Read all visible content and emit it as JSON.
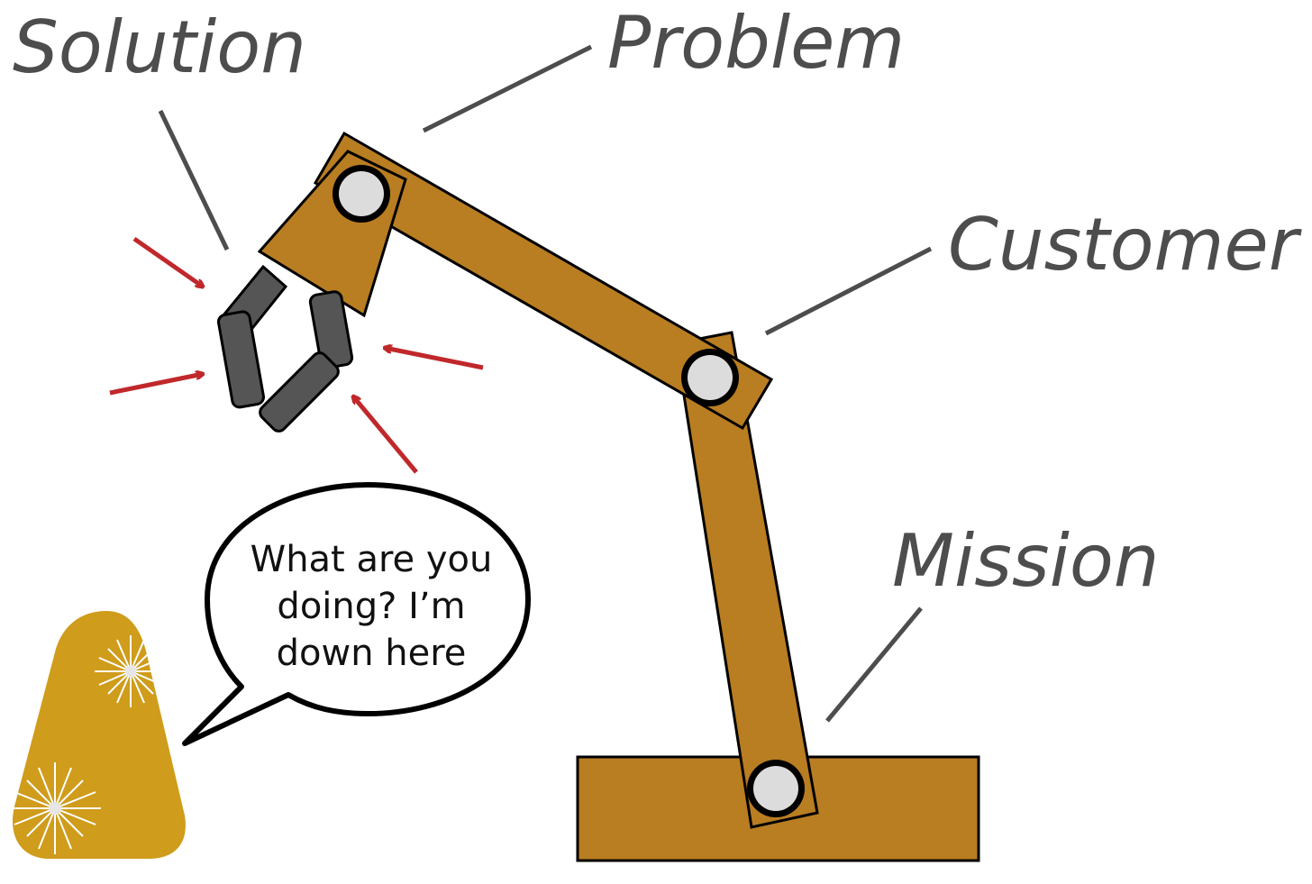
{
  "labels": {
    "solution": "Solution",
    "problem": "Problem",
    "customer": "Customer",
    "mission": "Mission"
  },
  "speech_bubble": {
    "line1": "What are you",
    "line2": "doing? I’m",
    "line3": "down here"
  },
  "colors": {
    "arm": "#b97d22",
    "gripper": "#555555",
    "joint": "#dcdcdc",
    "arrow": "#c0282b",
    "gold": "#cf9c1b",
    "label_line": "#4d4d4d"
  },
  "icons": [
    "robot-arm-icon",
    "gold-nugget-icon",
    "sparkle-icon",
    "red-arrow-icon",
    "speech-bubble-icon"
  ]
}
